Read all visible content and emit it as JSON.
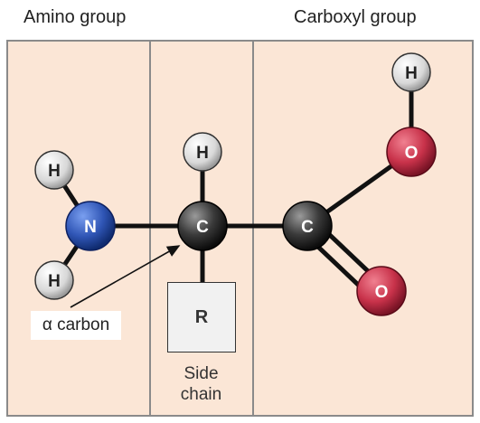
{
  "labels": {
    "amino_group": "Amino group",
    "carboxyl_group": "Carboxyl group",
    "alpha_carbon": "α carbon",
    "side_chain_line1": "Side",
    "side_chain_line2": "chain"
  },
  "atoms": {
    "nitrogen": "N",
    "alpha_carbon": "C",
    "carboxyl_carbon": "C",
    "hydrogen": "H",
    "oxygen": "O",
    "r_group": "R"
  },
  "colors": {
    "panel_fill": "#fbe6d6",
    "panel_border": "#8a8a8a",
    "nitrogen": "#2f55b5",
    "carbon": "#3a3a3a",
    "oxygen": "#c8324a",
    "hydrogen": "#e0e0e0"
  }
}
